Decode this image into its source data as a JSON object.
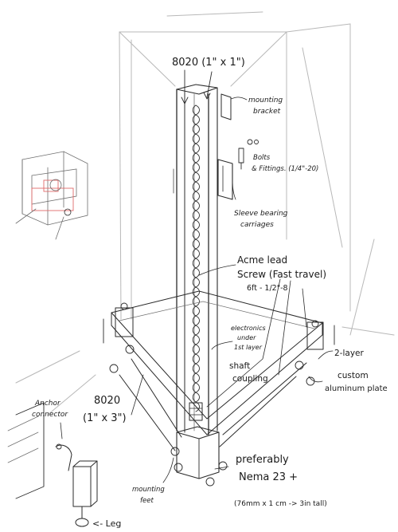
{
  "diagram": {
    "labels": {
      "extrusion_top": "8020 (1\" x 1\")",
      "mounting_bracket_1": "mounting",
      "mounting_bracket_2": "bracket",
      "bolts_1": "Bolts",
      "bolts_2": "& Fittings. (1/4\"-20)",
      "sleeve_1": "Sleeve bearing",
      "sleeve_2": "carriages",
      "acme_1": "Acme lead",
      "acme_2": "Screw (Fast travel)",
      "acme_3": "6ft - 1/2\"-8",
      "electronics_1": "electronics",
      "electronics_2": "under",
      "electronics_3": "1st layer",
      "coupling_1": "shaft",
      "coupling_2": "coupling",
      "layer_1": "2-layer",
      "layer_2": "custom",
      "layer_3": "aluminum plate",
      "extrusion_base_1": "8020",
      "extrusion_base_2": "(1\" x 3\")",
      "anchor_1": "Anchor",
      "anchor_2": "connector",
      "motor_1": "preferably",
      "motor_2": "Nema 23 +",
      "motor_3": "(76mm x 1 cm -> 3in tall)",
      "feet_1": "mounting",
      "feet_2": "feet",
      "leg": "<- Leg"
    }
  }
}
